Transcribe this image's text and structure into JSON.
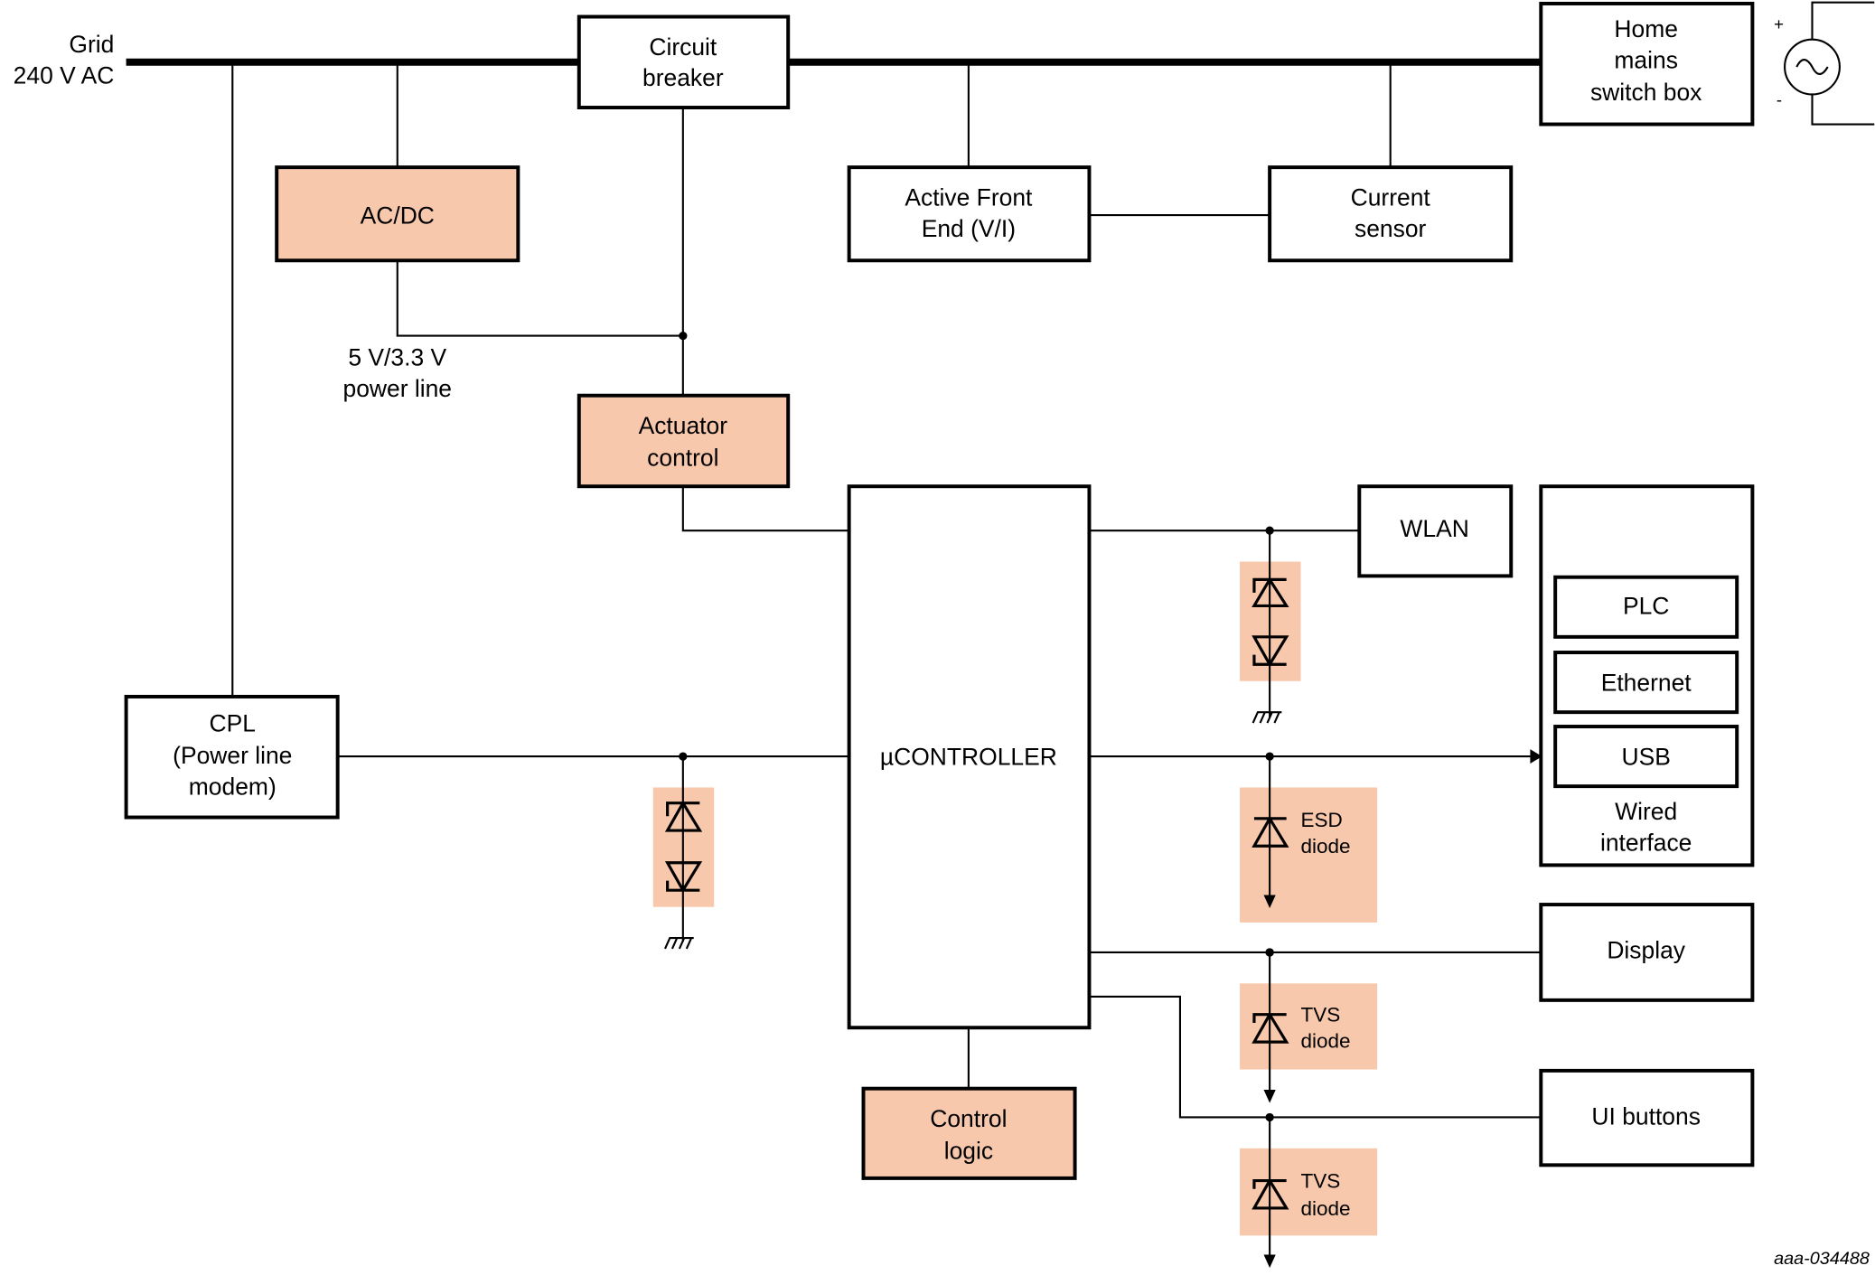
{
  "diagram": {
    "grid_label": [
      "Grid",
      "240 V AC"
    ],
    "blocks": {
      "circuit_breaker": [
        "Circuit",
        "breaker"
      ],
      "home_mains": [
        "Home",
        "mains",
        "switch box"
      ],
      "ac_dc": [
        "AC/DC"
      ],
      "active_front_end": [
        "Active Front",
        "End (V/I)"
      ],
      "current_sensor": [
        "Current",
        "sensor"
      ],
      "actuator_control": [
        "Actuator",
        "control"
      ],
      "microcontroller": [
        "µCONTROLLER"
      ],
      "wlan": [
        "WLAN"
      ],
      "cpl": [
        "CPL",
        "(Power line",
        "modem)"
      ],
      "plc": [
        "PLC"
      ],
      "ethernet": [
        "Ethernet"
      ],
      "usb": [
        "USB"
      ],
      "wired_interface": [
        "Wired",
        "interface"
      ],
      "display": [
        "Display"
      ],
      "ui_buttons": [
        "UI buttons"
      ],
      "control_logic": [
        "Control",
        "logic"
      ]
    },
    "power_line_label": [
      "5 V/3.3 V",
      "power line"
    ],
    "source": {
      "plus": "+",
      "minus": "-"
    },
    "esd_label": [
      "ESD",
      "diode"
    ],
    "tvs_label": [
      "TVS",
      "diode"
    ],
    "figure_id": "aaa-034488",
    "colors": {
      "highlight": "#f8c8ac",
      "line": "#000000"
    }
  }
}
